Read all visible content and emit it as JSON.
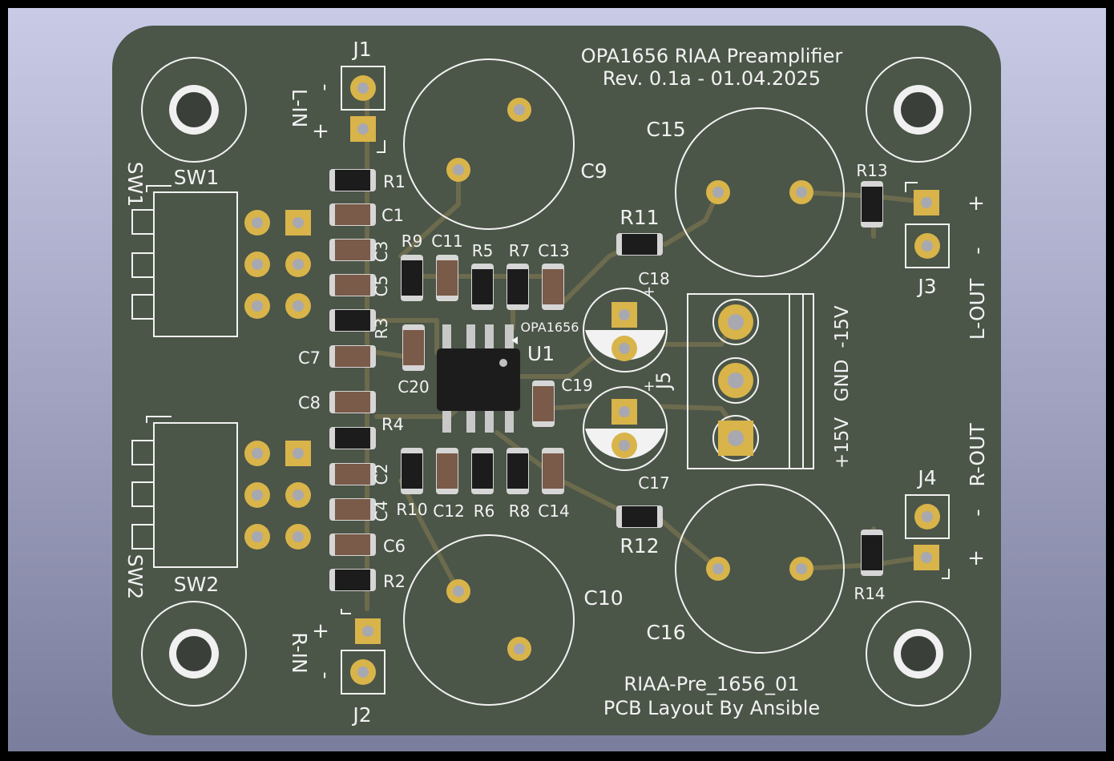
{
  "board": {
    "title_line1": "OPA1656 RIAA Preamplifier",
    "title_line2": "Rev. 0.1a - 01.04.2025",
    "footer_line1": "RIAA-Pre_1656_01",
    "footer_line2": "PCB Layout By Ansible",
    "colors": {
      "pcb": "#4b5548",
      "silk": "#f2f2f2",
      "pad": "#d8b44a",
      "copper": "#6f6e50",
      "body_dark": "#1c1c1c",
      "body_cap": "#7a5a48",
      "background_top": "#c9cbe6",
      "background_bottom": "#7b7d9d"
    }
  },
  "connectors": {
    "j1": {
      "ref": "J1",
      "label": "L-IN",
      "plus": "+",
      "minus": "-"
    },
    "j2": {
      "ref": "J2",
      "label": "R-IN",
      "plus": "+",
      "minus": "-"
    },
    "j3": {
      "ref": "J3",
      "label": "L-OUT",
      "plus": "+",
      "minus": "-"
    },
    "j4": {
      "ref": "J4",
      "label": "R-OUT",
      "plus": "+",
      "minus": "-"
    },
    "j5": {
      "ref": "J5",
      "v_neg": "-15V",
      "gnd": "GND",
      "v_pos": "+15V"
    }
  },
  "switches": {
    "sw1": "SW1",
    "sw2": "SW2"
  },
  "ic": {
    "ref": "U1",
    "part": "OPA1656"
  },
  "refs": {
    "r1": "R1",
    "r2": "R2",
    "r3": "R3",
    "r4": "R4",
    "r5": "R5",
    "r6": "R6",
    "r7": "R7",
    "r8": "R8",
    "r9": "R9",
    "r10": "R10",
    "r11": "R11",
    "r12": "R12",
    "r13": "R13",
    "r14": "R14",
    "c1": "C1",
    "c2": "C2",
    "c3": "C3",
    "c4": "C4",
    "c5": "C5",
    "c6": "C6",
    "c7": "C7",
    "c8": "C8",
    "c9": "C9",
    "c10": "C10",
    "c11": "C11",
    "c12": "C12",
    "c13": "C13",
    "c14": "C14",
    "c15": "C15",
    "c16": "C16",
    "c17": "C17",
    "c18": "C18",
    "c19": "C19",
    "c20": "C20"
  },
  "polarity": {
    "plus": "+"
  }
}
